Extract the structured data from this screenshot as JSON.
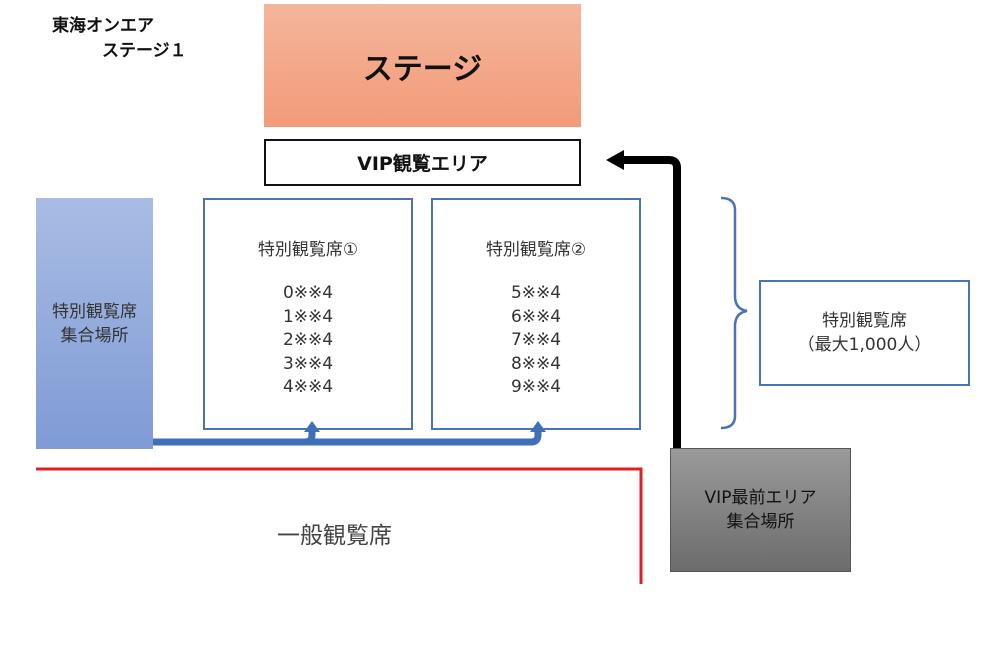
{
  "venue": {
    "line1": "東海オンエア",
    "line2": "ステージ１"
  },
  "stage": {
    "label": "ステージ"
  },
  "vip_area": {
    "label": "VIP観覧エリア"
  },
  "special_meeting_point": {
    "line1": "特別観覧席",
    "line2": "集合場所"
  },
  "blocks": [
    {
      "title": "特別観覧席①",
      "rows": [
        "0※※4",
        "1※※4",
        "2※※4",
        "3※※4",
        "4※※4"
      ]
    },
    {
      "title": "特別観覧席②",
      "rows": [
        "5※※4",
        "6※※4",
        "7※※4",
        "8※※4",
        "9※※4"
      ]
    }
  ],
  "capacity": {
    "line1": "特別観覧席",
    "line2": "（最大1,000人）"
  },
  "general_seating": {
    "label": "一般観覧席"
  },
  "vip_meeting_point": {
    "line1": "VIP最前エリア",
    "line2": "集合場所"
  },
  "colors": {
    "stage": "#f4a888",
    "block_border": "#4a73b6",
    "flow_arrow": "#3f6fb8",
    "vip_arrow": "#000000",
    "general_boundary": "#e02020",
    "vip_meeting": "#808080",
    "special_meeting": "#94aadc"
  }
}
